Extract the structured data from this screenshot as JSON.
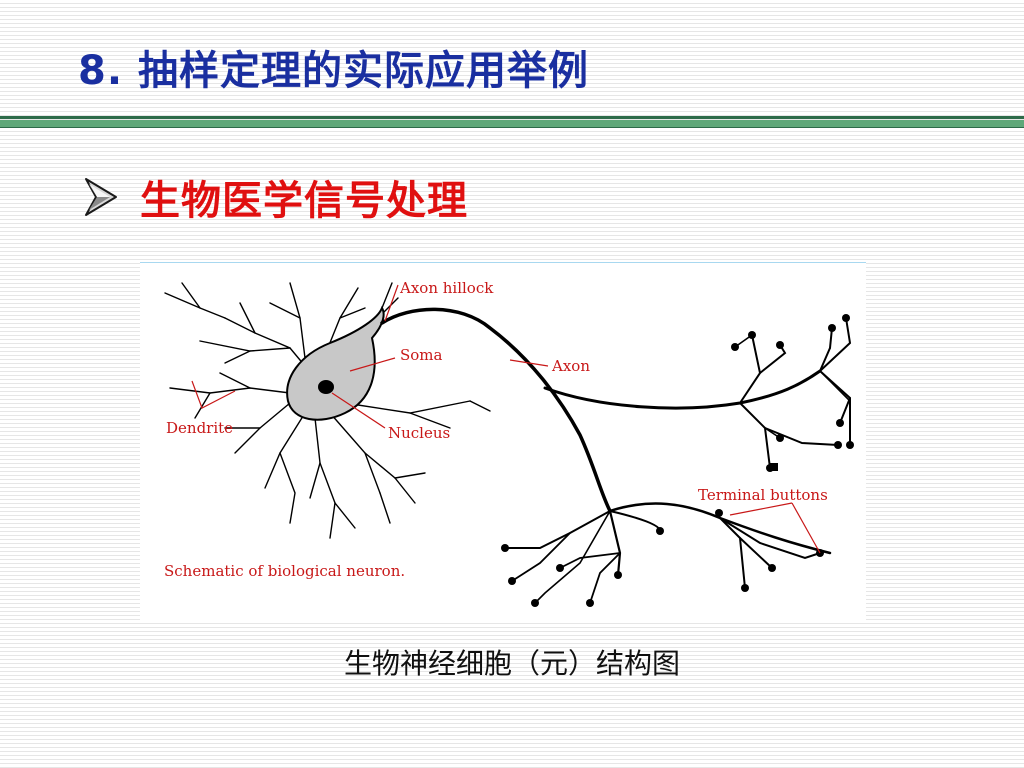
{
  "slide": {
    "title": "8. 抽样定理的实际应用举例",
    "subtitle": "生物医学信号处理",
    "bullet_icon": "arrow-bullet-icon",
    "caption": "生物神经细胞（元）结构图"
  },
  "diagram": {
    "labels": {
      "axon_hillock": "Axon hillock",
      "soma": "Soma",
      "axon": "Axon",
      "nucleus": "Nucleus",
      "dendrite": "Dendrite",
      "terminal_buttons": "Terminal buttons",
      "schematic_caption": "Schematic of biological neuron."
    }
  },
  "colors": {
    "title": "#1a2fa0",
    "subtitle": "#e01010",
    "rule": "#5fa879",
    "label": "#c81818"
  }
}
